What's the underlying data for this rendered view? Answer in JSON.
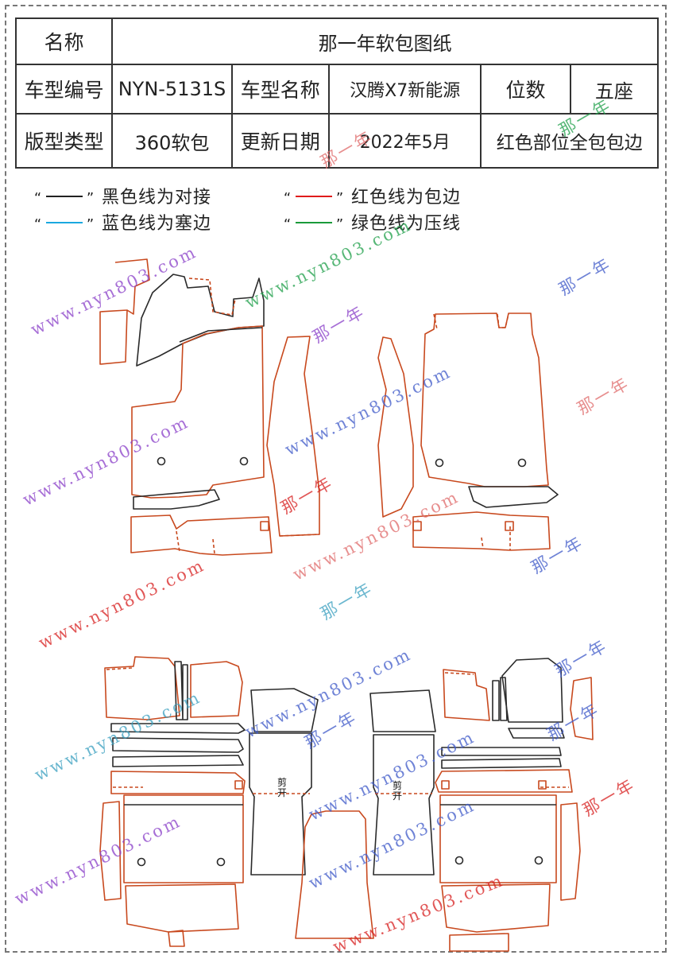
{
  "header": {
    "name_label": "名称",
    "name_value": "那一年软包图纸",
    "model_code_label": "车型编号",
    "model_code_value": "NYN-5131S",
    "model_name_label": "车型名称",
    "model_name_value": "汉腾X7新能源",
    "seats_label": "位数",
    "seats_value": "五座",
    "type_label": "版型类型",
    "type_value": "360软包",
    "date_label": "更新日期",
    "date_value": "2022年5月",
    "note_value": "红色部位全包包边"
  },
  "legend": [
    {
      "text": "黑色线为对接",
      "color": "#222222"
    },
    {
      "text": "红色线为包边",
      "color": "#e01b1b"
    },
    {
      "text": "蓝色线为塞边",
      "color": "#1aa8e0"
    },
    {
      "text": "绿色线为压线",
      "color": "#1b9a3a"
    }
  ],
  "quote_open": "“",
  "quote_close": "”",
  "cut_labels": [
    "剪开",
    "剪开"
  ],
  "watermarks": {
    "url": "www.nyn803.com",
    "brand": "那一年"
  },
  "colors": {
    "edge_red": "#c8491e",
    "join_black": "#2a2a2a",
    "wm_purple": "#8a3fc9",
    "wm_blue": "#3f5ac9",
    "wm_green": "#1fa04a",
    "wm_red": "#d82020",
    "wm_pink": "#e06a6a",
    "wm_teal": "#3aa0c0"
  }
}
